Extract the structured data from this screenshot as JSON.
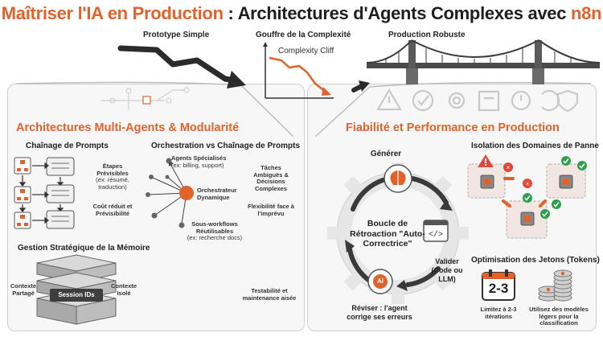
{
  "title": {
    "part1": "Maîtriser l'IA en Production",
    "sep": " : ",
    "part2": "Architectures d'Agents Complexes avec ",
    "part3": "n8n"
  },
  "top_labels": {
    "prototype": "Prototype Simple",
    "gulf": "Gouffre de la Complexité",
    "cliff": "Complexity Cliff",
    "production": "Production Robuste"
  },
  "left_panel": {
    "header": "Architectures Multi-Agents & Modularité",
    "chaining": {
      "title": "Chaînage de Prompts",
      "note1_bold": "Étapes Prévisibles",
      "note1_rest": "(ex: résumé, traduction)",
      "note2": "Coût réduit et Prévisibilité"
    },
    "orchestration": {
      "title": "Orchestration vs Chaînage de Prompts",
      "agents_bold": "Agents Spécialisés",
      "agents_rest": "(ex: billing, support)",
      "orchestrator": "Orchestrateur Dynamique",
      "subworkflows_bold": "Sous-workflows Réutilisables",
      "subworkflows_rest": "(ex: recherche docs)",
      "tasks": "Tâches Ambiguës & Décisions Complexes",
      "flex": "Flexibilité face à l'imprévu",
      "testability": "Testabilité et maintenance aisée"
    },
    "memory": {
      "title": "Gestion Stratégique de la Mémoire",
      "shared": "Contexte Partagé",
      "session": "Session IDs",
      "isolated": "Contexte Isolé"
    }
  },
  "right_panel": {
    "header": "Fiabilité et Performance en Production",
    "loop": {
      "generate": "Générer",
      "center": "Boucle de Rétroaction \"Auto-Correctrice\"",
      "validate": "Valider (Code ou LLM)",
      "revise": "Réviser : l'agent corrige ses erreurs",
      "ai": "AI"
    },
    "isolation": {
      "title": "Isolation des Domaines de Panne"
    },
    "tokens": {
      "title": "Optimisation des Jetons (Tokens)",
      "calendar": "2-3",
      "limit": "Limitez à 2-3 itérations",
      "models": "Utilisez des modèles légers pour la classification"
    }
  },
  "colors": {
    "accent": "#e2622b",
    "dark": "#1f1f1f",
    "panel_bg": "#f7f7f7",
    "ok_green": "#2e9e4f",
    "error_red": "#e04a3a"
  }
}
